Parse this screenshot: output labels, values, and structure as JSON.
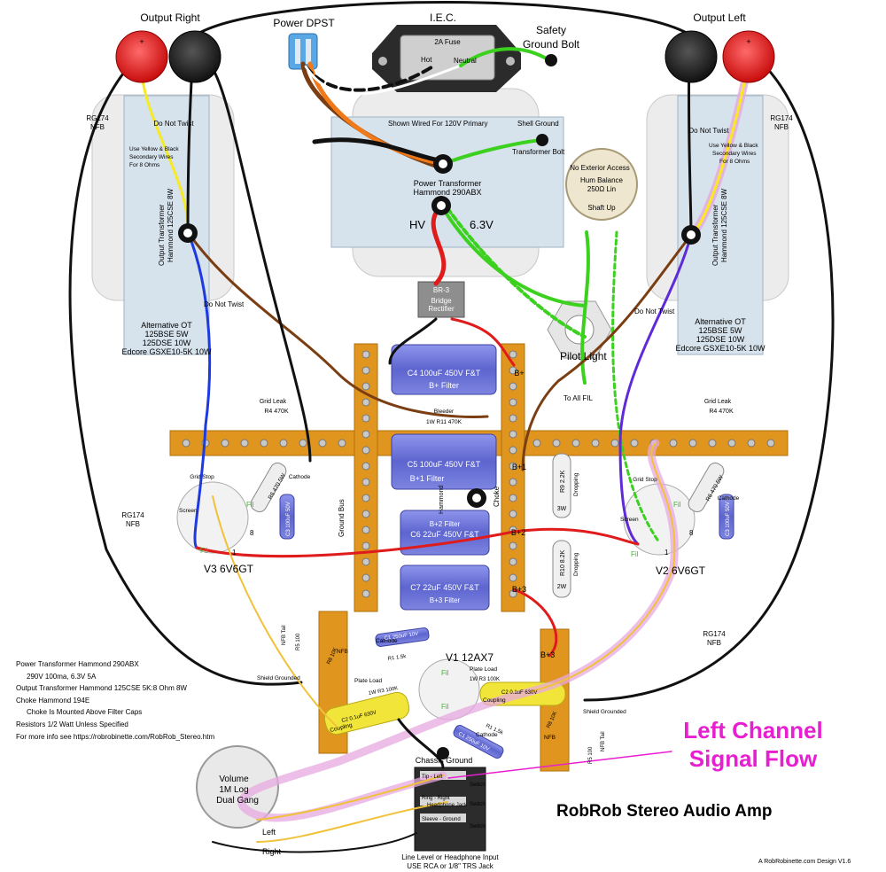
{
  "labels": {
    "output_right": "Output Right",
    "output_left": "Output Left",
    "power_dpst": "Power DPST",
    "iec": "I.E.C.",
    "fuse": "2A Fuse",
    "hot": "Hot",
    "neutral": "Neutral",
    "safety_ground_1": "Safety",
    "safety_ground_2": "Ground Bolt",
    "rg174": "RG174",
    "nfb": "NFB",
    "do_not_twist": "Do Not Twist",
    "secondary_note_1": "Use Yellow & Black",
    "secondary_note_2": "Secondary Wires",
    "secondary_note_3": "For 8 Ohms",
    "ot_name_1": "Output Transformer",
    "ot_name_2": "Hammond 125CSE 8W",
    "alt_ot_1": "Alternative OT",
    "alt_ot_2": "125BSE 5W",
    "alt_ot_3": "125DSE 10W",
    "alt_ot_4": "Edcore GSXE10-5K 10W",
    "shown_wired": "Shown Wired For 120V Primary",
    "shell_ground": "Shell Ground",
    "transformer_bolt": "Transformer Bolt",
    "pt_name_1": "Power Transformer",
    "pt_name_2": "Hammond 290ABX",
    "hv": "HV",
    "v63": "6.3V",
    "no_exterior": "No Exterior Access",
    "hum_balance_1": "Hum Balance",
    "hum_balance_2": "250Ω Lin",
    "shaft_up": "Shaft Up",
    "br3": "BR-3",
    "bridge_1": "Bridge",
    "bridge_2": "Rectifier",
    "pilot_light": "Pilot Light",
    "to_all_fil": "To All FIL",
    "c4": "C4  100uF  450V  F&T",
    "bplus_filter": "B+ Filter",
    "bplus": "B+",
    "bleeder": "Bleeder",
    "r11": "1W  R11 470K",
    "c5": "C5  100uF  450V  F&T",
    "bplus1_filter": "B+1 Filter",
    "bplus1": "B+1",
    "choke": "Choke",
    "hammond": "Hammond",
    "c6": "C6  22uF  450V  F&T",
    "bplus2_filter": "B+2 Filter",
    "bplus2": "B+2",
    "c7": "C7  22uF  450V  F&T",
    "bplus3_filter": "B+3 Filter",
    "bplus3": "B+3",
    "r9": "R9  2.2K",
    "r10": "R10  8.2K",
    "dropping": "Dropping",
    "w3": "3W",
    "w2": "2W",
    "ground_bus": "Ground Bus",
    "grid_leak": "Grid Leak",
    "r4": "R4  470K",
    "grid_stop": "Grid Stop",
    "cathode": "Cathode",
    "r6": "R6  470  5W",
    "c3": "C3  100uF  50V",
    "screen": "Screen",
    "fil": "Fil",
    "pin8": "8",
    "pin1": "1",
    "v3": "V3  6V6GT",
    "v2": "V2  6V6GT",
    "v1": "V1  12AX7",
    "nfb_tail": "NFB Tail",
    "shield_grounded": "Shield Grounded",
    "c1": "C1  250uF  10V",
    "r1": "R1  1.5k",
    "plate_load": "Plate Load",
    "r3": "1W  R3  100K",
    "coupling": "Coupling",
    "c2": "C2  0.1uF  630V",
    "r8": "R8  10K",
    "r5": "R5  100",
    "chassis_ground": "Chassis Ground",
    "tip_left": "Tip - Left",
    "ring_right": "Ring - Right",
    "headphone_jack": "Headphone Jack",
    "sleeve_ground": "Sleeve - Ground",
    "switch": "Switch",
    "volume": "Volume",
    "vol_1m": "1M  Log",
    "dual_gang": "Dual Gang",
    "left": "Left",
    "right": "Right",
    "input_1": "Line Level or Headphone Input",
    "input_2": "USE RCA or 1/8\" TRS Jack",
    "plus": "+"
  },
  "notes": {
    "pt": "Power Transformer Hammond 290ABX",
    "pt_spec": "290V 100ma, 6.3V 5A",
    "ot": "Output Transformer Hammond 125CSE 5K:8 Ohm 8W",
    "choke": "Choke Hammond 194E",
    "choke_note": "Choke Is Mounted Above Filter Caps",
    "resistors": "Resistors 1/2 Watt Unless Specified",
    "more_info": "For more info see https://robrobinette.com/RobRob_Stereo.htm"
  },
  "annotation": {
    "line1": "Left Channel",
    "line2": "Signal Flow"
  },
  "title": "RobRob Stereo Audio Amp",
  "credit": "A RobRobinette.com Design V1.6",
  "colors": {
    "board": "#e0951e",
    "capacitor": "#6b73d8",
    "red_terminal": "#e01b1b",
    "black_terminal": "#222222",
    "transformer": "#dfe7ef",
    "signal_flow": "#e81fd0",
    "fil_wire": "#3bd11e",
    "coupling_cap": "#f2e53a"
  }
}
